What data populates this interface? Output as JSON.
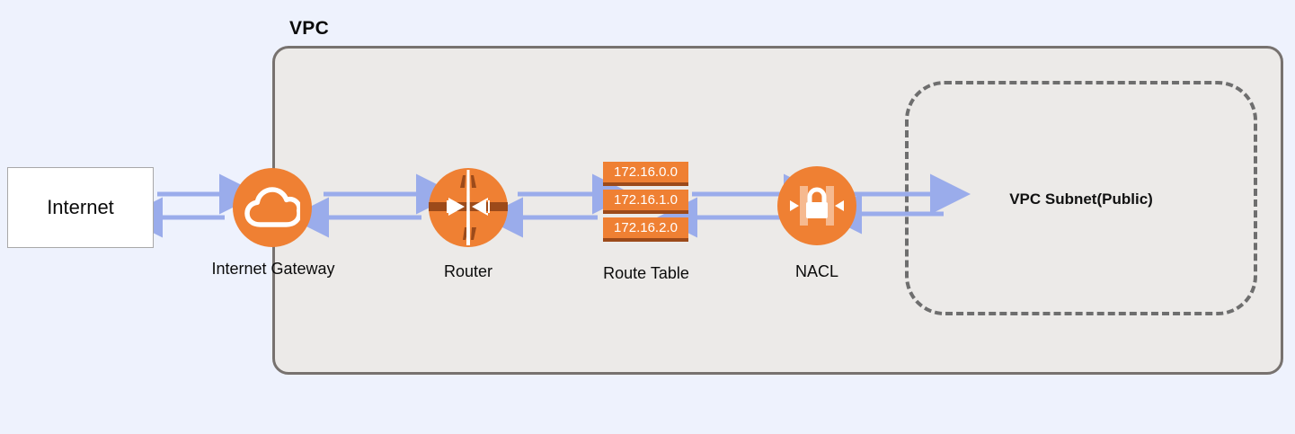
{
  "diagram": {
    "title": "AWS VPC network flow diagram",
    "background_color": "#eef2fd",
    "accent_color": "#ef8033",
    "arrow_color": "#9aaceb",
    "container_border_color": "#77726f"
  },
  "internet": {
    "label": "Internet"
  },
  "vpc": {
    "title": "VPC",
    "fill_color": "#eceae8"
  },
  "subnet": {
    "label": "VPC Subnet(Public)",
    "border_style": "dashed",
    "border_color": "#6e6e6e"
  },
  "nodes": [
    {
      "id": "internet-gateway",
      "label": "Internet Gateway",
      "icon": "cloud-icon"
    },
    {
      "id": "router",
      "label": "Router",
      "icon": "router-icon"
    },
    {
      "id": "nacl",
      "label": "NACL",
      "icon": "lock-icon"
    }
  ],
  "route_table": {
    "label": "Route Table",
    "routes": [
      {
        "cidr": "172.16.0.0"
      },
      {
        "cidr": "172.16.1.0"
      },
      {
        "cidr": "172.16.2.0"
      }
    ]
  },
  "connections": [
    {
      "from": "internet",
      "to": "internet-gateway",
      "direction": "bidirectional"
    },
    {
      "from": "internet-gateway",
      "to": "router",
      "direction": "bidirectional"
    },
    {
      "from": "router",
      "to": "route-table",
      "direction": "bidirectional"
    },
    {
      "from": "route-table",
      "to": "nacl",
      "direction": "bidirectional"
    },
    {
      "from": "nacl",
      "to": "subnet",
      "direction": "bidirectional"
    }
  ]
}
